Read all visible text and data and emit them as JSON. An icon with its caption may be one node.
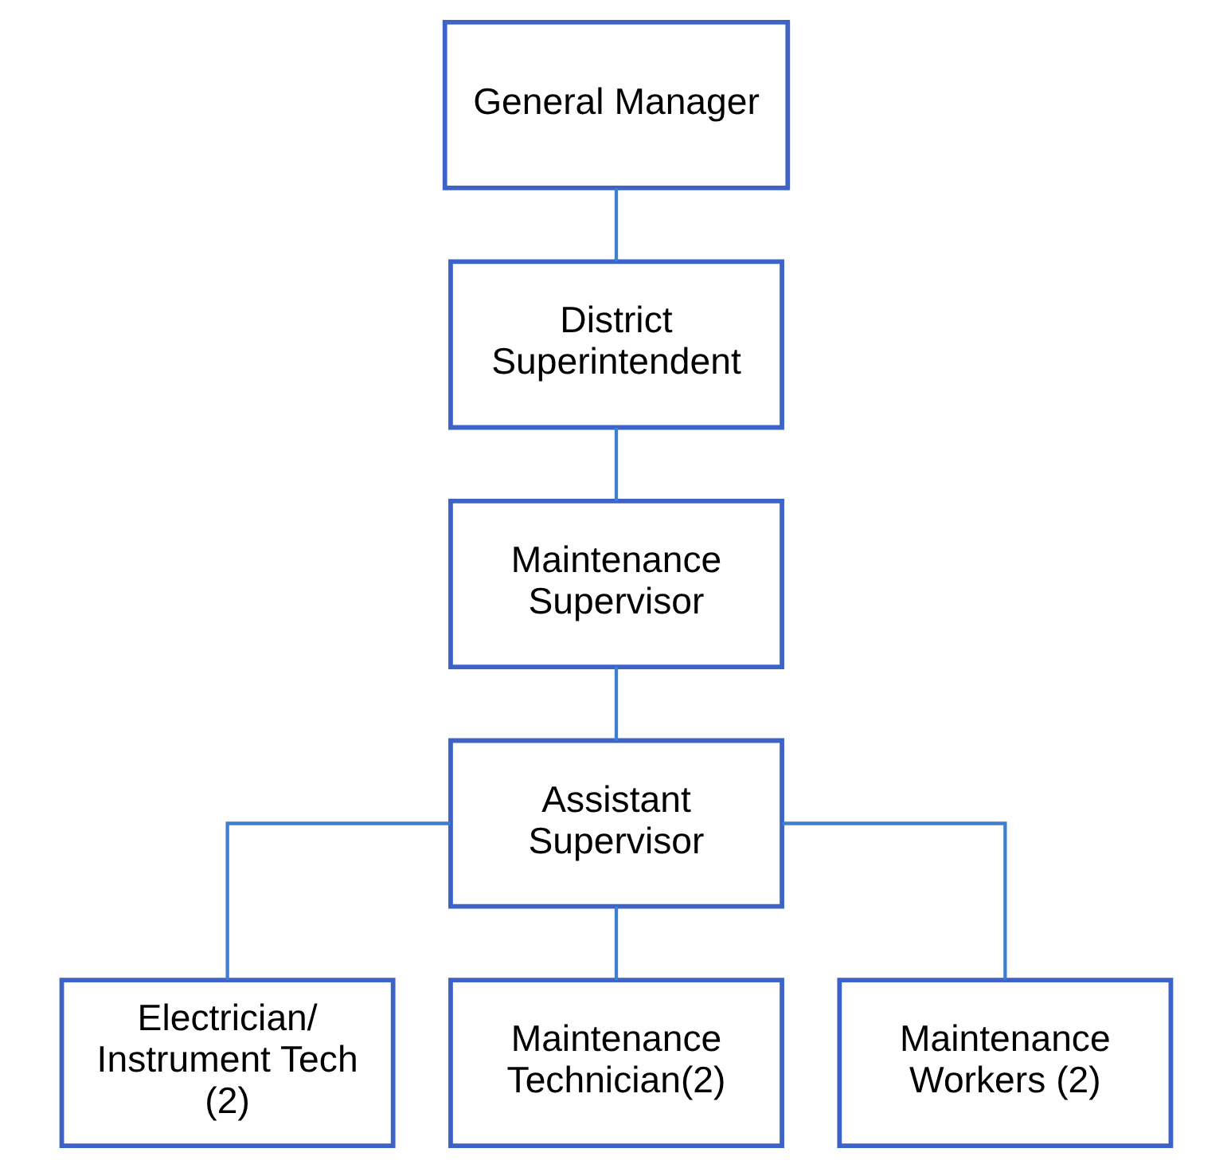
{
  "diagram": {
    "nodes": [
      {
        "text": [
          "General Manager"
        ]
      },
      {
        "text": [
          "District Superintendent"
        ]
      },
      {
        "text": [
          "Maintenance Supervisor"
        ]
      },
      {
        "text": [
          "Assistant Supervisor"
        ]
      },
      {
        "text": [
          "Electrician/ Instrument Tech (2)"
        ]
      },
      {
        "text": [
          "Maintenance Technician(2)"
        ]
      },
      {
        "text": [
          "Maintenance Workers (2)"
        ]
      }
    ],
    "edges": [
      {
        "from": 0,
        "to": 1,
        "arrow": "none"
      },
      {
        "from": 1,
        "to": 2,
        "arrow": "none"
      },
      {
        "from": 2,
        "to": 3,
        "arrow": "none"
      },
      {
        "from": 3,
        "to": 4,
        "arrow": "none"
      },
      {
        "from": 3,
        "to": 5,
        "arrow": "none"
      },
      {
        "from": 3,
        "to": 6,
        "arrow": "none"
      }
    ]
  }
}
